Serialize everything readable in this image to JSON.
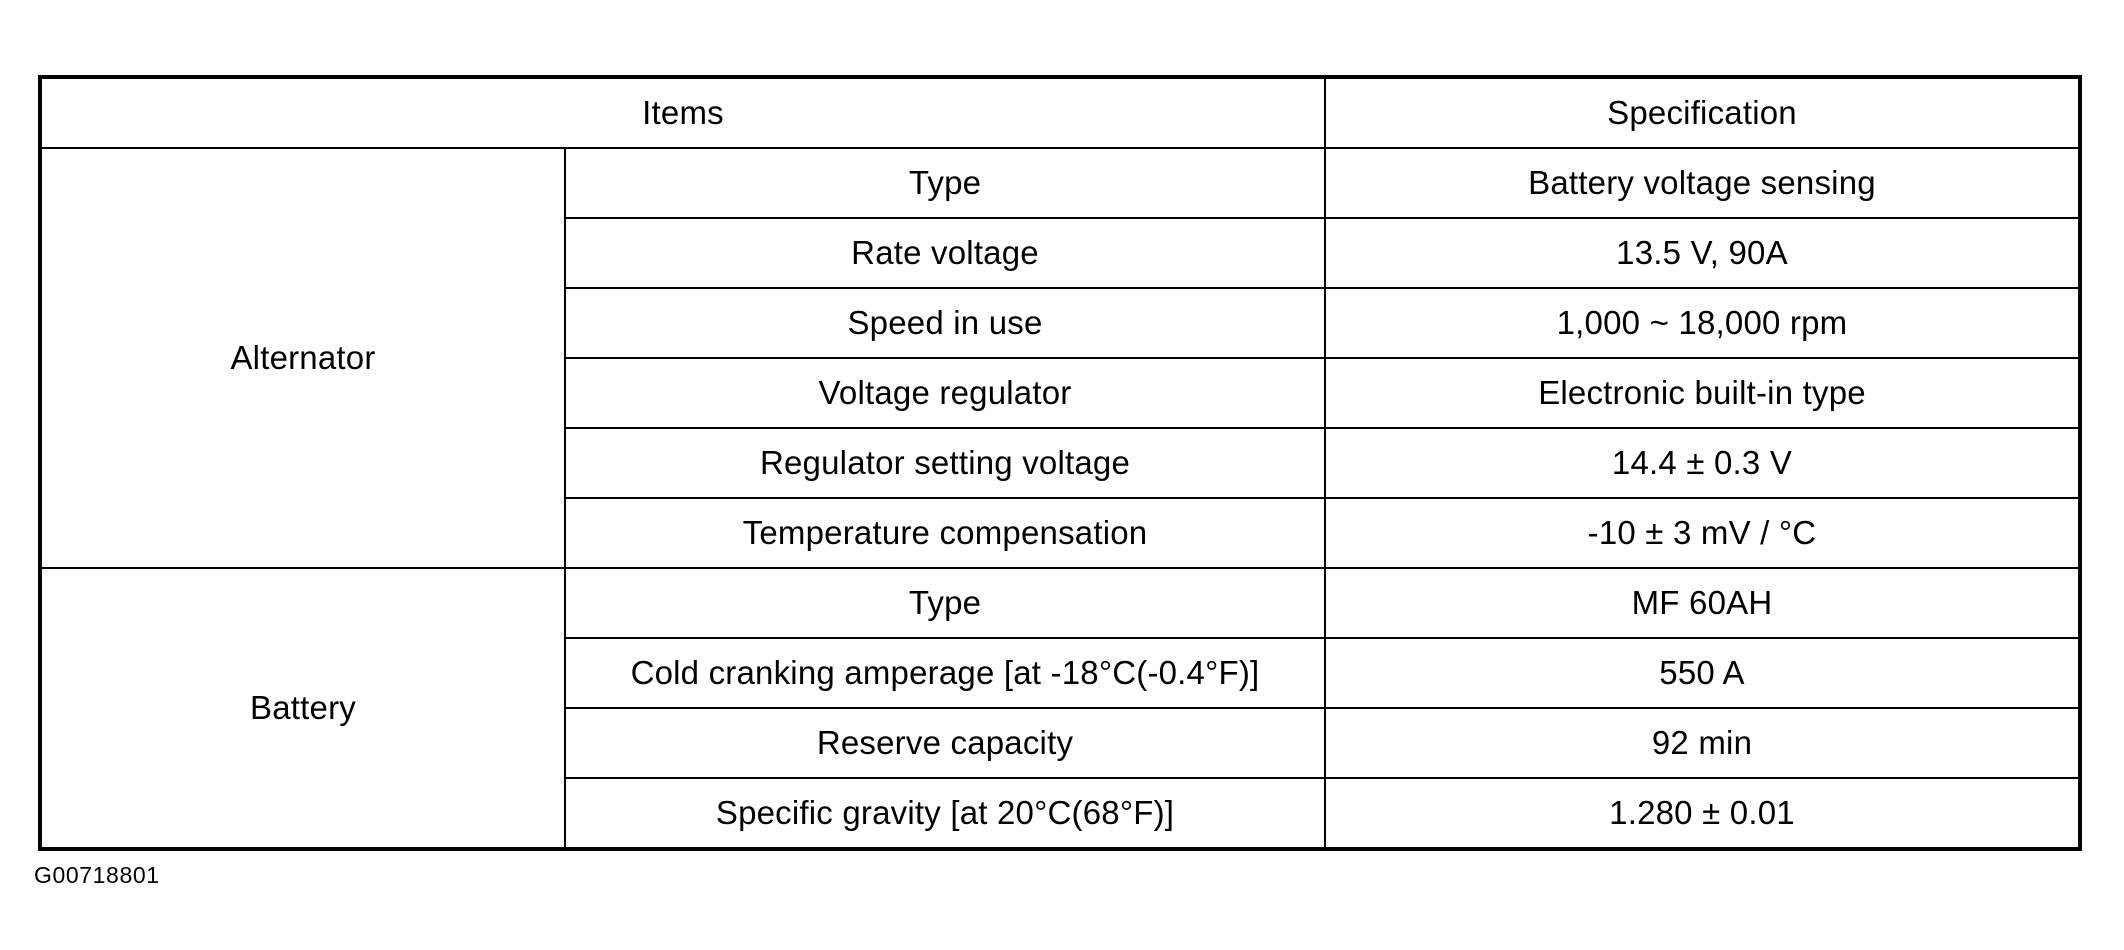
{
  "table": {
    "headers": {
      "items": "Items",
      "specification": "Specification"
    },
    "groups": [
      {
        "name": "Alternator",
        "rows": [
          {
            "item": "Type",
            "spec": "Battery voltage sensing"
          },
          {
            "item": "Rate voltage",
            "spec": "13.5 V, 90A"
          },
          {
            "item": "Speed in use",
            "spec": "1,000 ~ 18,000 rpm"
          },
          {
            "item": "Voltage regulator",
            "spec": "Electronic built-in type"
          },
          {
            "item": "Regulator setting voltage",
            "spec": "14.4 ± 0.3 V"
          },
          {
            "item": "Temperature compensation",
            "spec": "-10 ± 3 mV / °C"
          }
        ]
      },
      {
        "name": "Battery",
        "rows": [
          {
            "item": "Type",
            "spec": "MF 60AH"
          },
          {
            "item": "Cold cranking amperage [at -18°C(-0.4°F)]",
            "spec": "550 A",
            "condensed": true
          },
          {
            "item": "Reserve capacity",
            "spec": "92 min"
          },
          {
            "item": "Specific gravity [at 20°C(68°F)]",
            "spec": "1.280 ± 0.01"
          }
        ]
      }
    ]
  },
  "caption": "G00718801",
  "colors": {
    "background": "#ffffff",
    "text": "#000000",
    "rule": "#000000"
  }
}
